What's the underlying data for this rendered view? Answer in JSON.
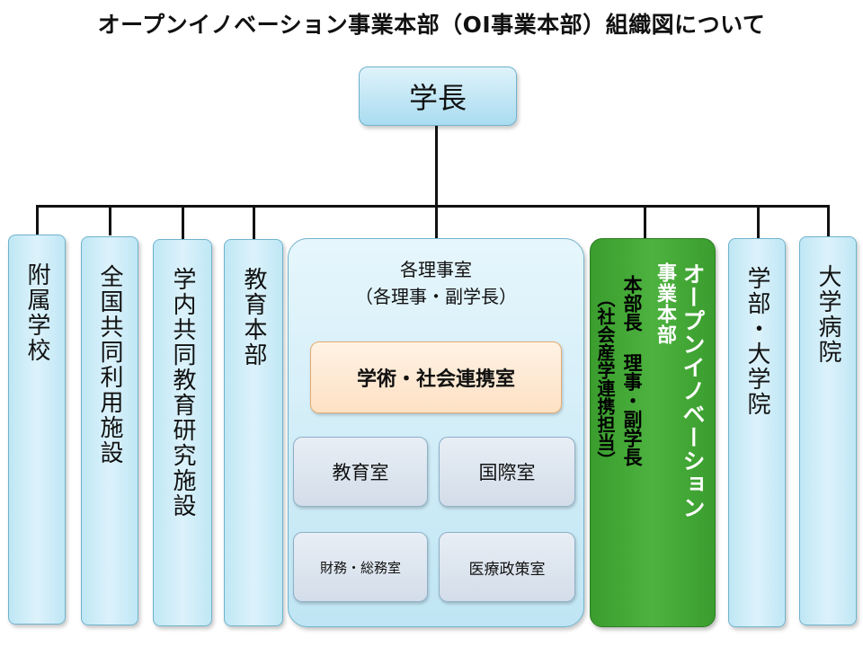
{
  "title": "オープンイノベーション事業本部（OI事業本部）組織図について",
  "top_node": "学長",
  "columns_left": [
    {
      "id": "fuzoku",
      "label": "附属学校"
    },
    {
      "id": "zenkoku",
      "label": "全国共同利用施設"
    },
    {
      "id": "gakunai",
      "label": "学内共同教育研究施設"
    },
    {
      "id": "kyoiku-honbu",
      "label": "教育本部"
    }
  ],
  "riji_panel": {
    "title_line1": "各理事室",
    "title_line2": "（各理事・副学長）",
    "highlight": "学術・社会連携室",
    "rooms": [
      "教育室",
      "国際室",
      "財務・総務室",
      "医療政策室"
    ]
  },
  "oi_column": {
    "name_line1": "オープンイノベーション",
    "name_line2": "事業本部",
    "head": "本部長 理事・副学長",
    "head_note": "（社会産学連携担当）"
  },
  "columns_right": [
    {
      "id": "gakubu",
      "label": "学部・大学院"
    },
    {
      "id": "byoin",
      "label": "大学病院"
    }
  ]
}
